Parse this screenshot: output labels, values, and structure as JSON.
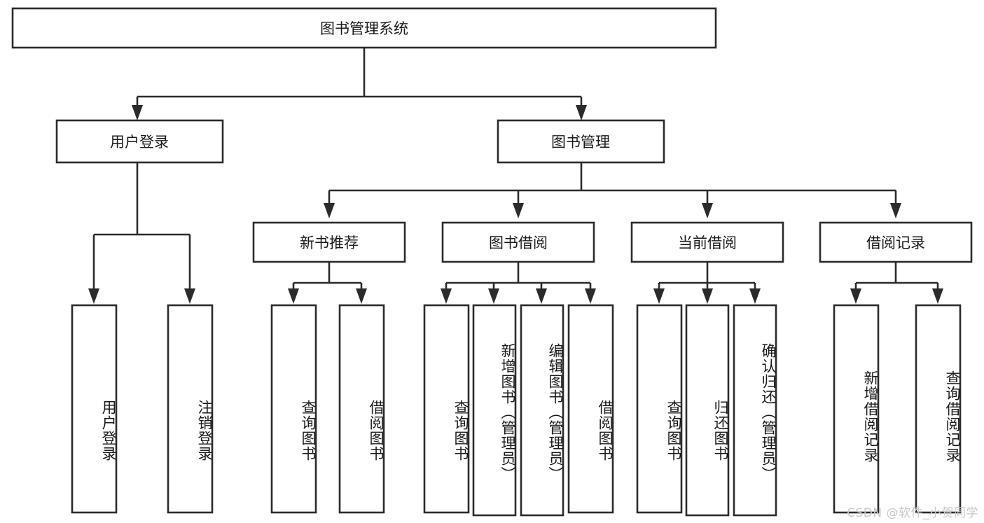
{
  "diagram": {
    "type": "tree-hierarchy",
    "title": "图书管理系统",
    "orientation": "top-down",
    "root": {
      "label": "图书管理系统",
      "children": [
        {
          "label": "用户登录",
          "children": [
            {
              "label": "用户登录"
            },
            {
              "label": "注销登录"
            }
          ]
        },
        {
          "label": "图书管理",
          "children": [
            {
              "label": "新书推荐",
              "children": [
                {
                  "label": "查询图书"
                },
                {
                  "label": "借阅图书"
                }
              ]
            },
            {
              "label": "图书借阅",
              "children": [
                {
                  "label": "查询图书"
                },
                {
                  "label": "新增图书（管理员）"
                },
                {
                  "label": "编辑图书（管理员）"
                },
                {
                  "label": "借阅图书"
                }
              ]
            },
            {
              "label": "当前借阅",
              "children": [
                {
                  "label": "查询图书"
                },
                {
                  "label": "归还图书"
                },
                {
                  "label": "确认归还（管理员）"
                }
              ]
            },
            {
              "label": "借阅记录",
              "children": [
                {
                  "label": "新增借阅记录"
                },
                {
                  "label": "查询借阅记录"
                }
              ]
            }
          ]
        }
      ]
    }
  },
  "nodes": {
    "root": "图书管理系统",
    "level1": {
      "user_login": "用户登录",
      "book_manage": "图书管理"
    },
    "level2": {
      "new_book_recommend": "新书推荐",
      "book_borrow": "图书借阅",
      "current_borrow": "当前借阅",
      "borrow_record": "借阅记录"
    },
    "leaves": {
      "user_login_1": "用户登录",
      "user_login_2": "注销登录",
      "recommend_1": "查询图书",
      "recommend_2": "借阅图书",
      "borrow_1": "查询图书",
      "borrow_2": "新增图书（管理员）",
      "borrow_3": "编辑图书（管理员）",
      "borrow_4": "借阅图书",
      "current_1": "查询图书",
      "current_2": "归还图书",
      "current_3": "确认归还（管理员）",
      "record_1": "新增借阅记录",
      "record_2": "查询借阅记录"
    }
  },
  "watermark": {
    "text": "CSDN @软件_小贺同学"
  },
  "colors": {
    "stroke": "#2b2b2b",
    "box_fill": "#ffffff",
    "text": "#1a1a1a",
    "background": "#ffffff",
    "watermark": "#c9c9c9"
  }
}
